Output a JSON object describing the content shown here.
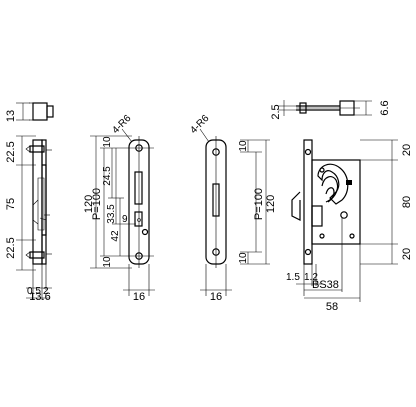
{
  "views": {
    "side": {
      "dims": {
        "top_stub": "13",
        "upper": "22.5",
        "middle": "75",
        "lower": "22.5",
        "edge_a": "0.5",
        "edge_b": "2",
        "depth": "13.6"
      }
    },
    "front_strike": {
      "dims": {
        "corner": "4-R6",
        "overall": "120",
        "pitch": "P=100",
        "top_margin": "10",
        "seg_a": "24.5",
        "seg_b": "33.5",
        "seg_c": "42",
        "hole_off": "9",
        "bot_margin": "10",
        "width": "16"
      }
    },
    "front_plate": {
      "dims": {
        "corner": "4-R6",
        "overall": "120",
        "pitch": "P=100",
        "top_margin": "10",
        "bot_margin": "10",
        "width": "16"
      }
    },
    "top_view": {
      "dims": {
        "thick": "2.5",
        "height": "6.6"
      }
    },
    "body_view": {
      "dims": {
        "top": "20",
        "middle": "80",
        "bottom": "20",
        "face_a": "1.5",
        "face_b": "1.2",
        "backset": "BS38",
        "depth": "58"
      }
    }
  }
}
